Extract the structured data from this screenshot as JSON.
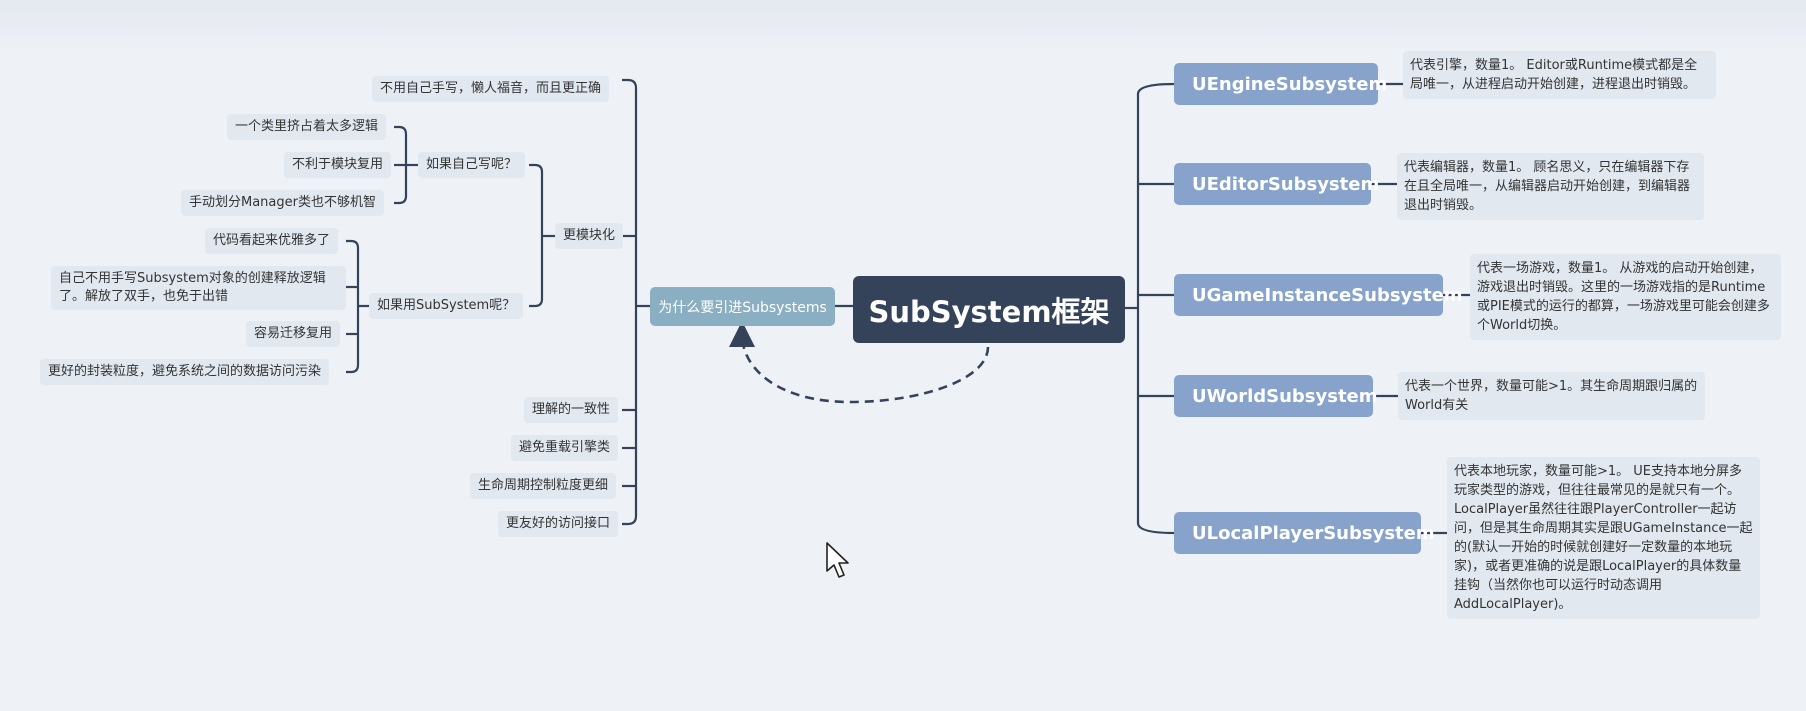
{
  "center": {
    "title": "SubSystem框架"
  },
  "why": {
    "label": "为什么要引进Subsystems"
  },
  "left": {
    "no_handwrite": "不用自己手写，懒人福音，而且更正确",
    "more_modular": "更模块化",
    "if_self": "如果自己写呢？",
    "self_items": [
      "一个类里挤占着太多逻辑",
      "不利于模块复用",
      "手动划分Manager类也不够机智"
    ],
    "if_subsystem": "如果用SubSystem呢？",
    "subsystem_items": [
      "代码看起来优雅多了",
      "自己不用手写Subsystem对象的创建释放逻辑了。解放了双手，也免于出错",
      "容易迁移复用",
      "更好的封装粒度，避免系统之间的数据访问污染"
    ],
    "consistent": "理解的一致性",
    "avoid_reload": "避免重载引擎类",
    "lifecycle": "生命周期控制粒度更细",
    "friendly_api": "更友好的访问接口"
  },
  "right": [
    {
      "name": "UEngineSubsystem",
      "desc": "代表引擎，数量1。 Editor或Runtime模式都是全局唯一，从进程启动开始创建，进程退出时销毁。"
    },
    {
      "name": "UEditorSubsystem",
      "desc": "代表编辑器，数量1。 顾名思义，只在编辑器下存在且全局唯一，从编辑器启动开始创建，到编辑器退出时销毁。"
    },
    {
      "name": "UGameInstanceSubsystem",
      "desc": "代表一场游戏，数量1。 从游戏的启动开始创建，游戏退出时销毁。这里的一场游戏指的是Runtime或PIE模式的运行的都算，一场游戏里可能会创建多个World切换。"
    },
    {
      "name": "UWorldSubsystem",
      "desc": "代表一个世界，数量可能>1。其生命周期跟归属的World有关"
    },
    {
      "name": "ULocalPlayerSubsystem",
      "desc": "代表本地玩家，数量可能>1。 UE支持本地分屏多玩家类型的游戏，但往往最常见的是就只有一个。LocalPlayer虽然往往跟PlayerController一起访问，但是其生命周期其实是跟UGameInstance一起的(默认一开始的时候就创建好一定数量的本地玩家)，或者更准确的说是跟LocalPlayer的具体数量挂钩（当然你也可以运行时动态调用AddLocalPlayer)。"
    }
  ],
  "colors": {
    "center": "#34435a",
    "why": "#8aafc2",
    "subsystem": "#87a3cc",
    "leaf": "#e2e8f0",
    "line": "#34435a"
  }
}
